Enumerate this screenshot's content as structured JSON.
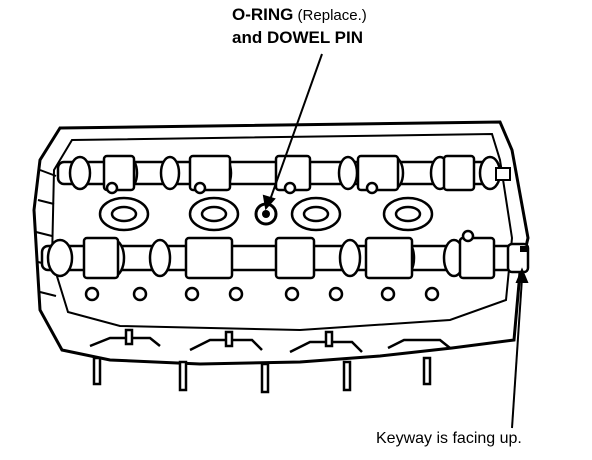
{
  "callouts": {
    "oring_bold": "O-RING",
    "oring_note": " (Replace.)",
    "dowel": "and DOWEL PIN",
    "keyway": "Keyway is facing up."
  },
  "colors": {
    "ink": "#000000",
    "paper": "#ffffff"
  }
}
